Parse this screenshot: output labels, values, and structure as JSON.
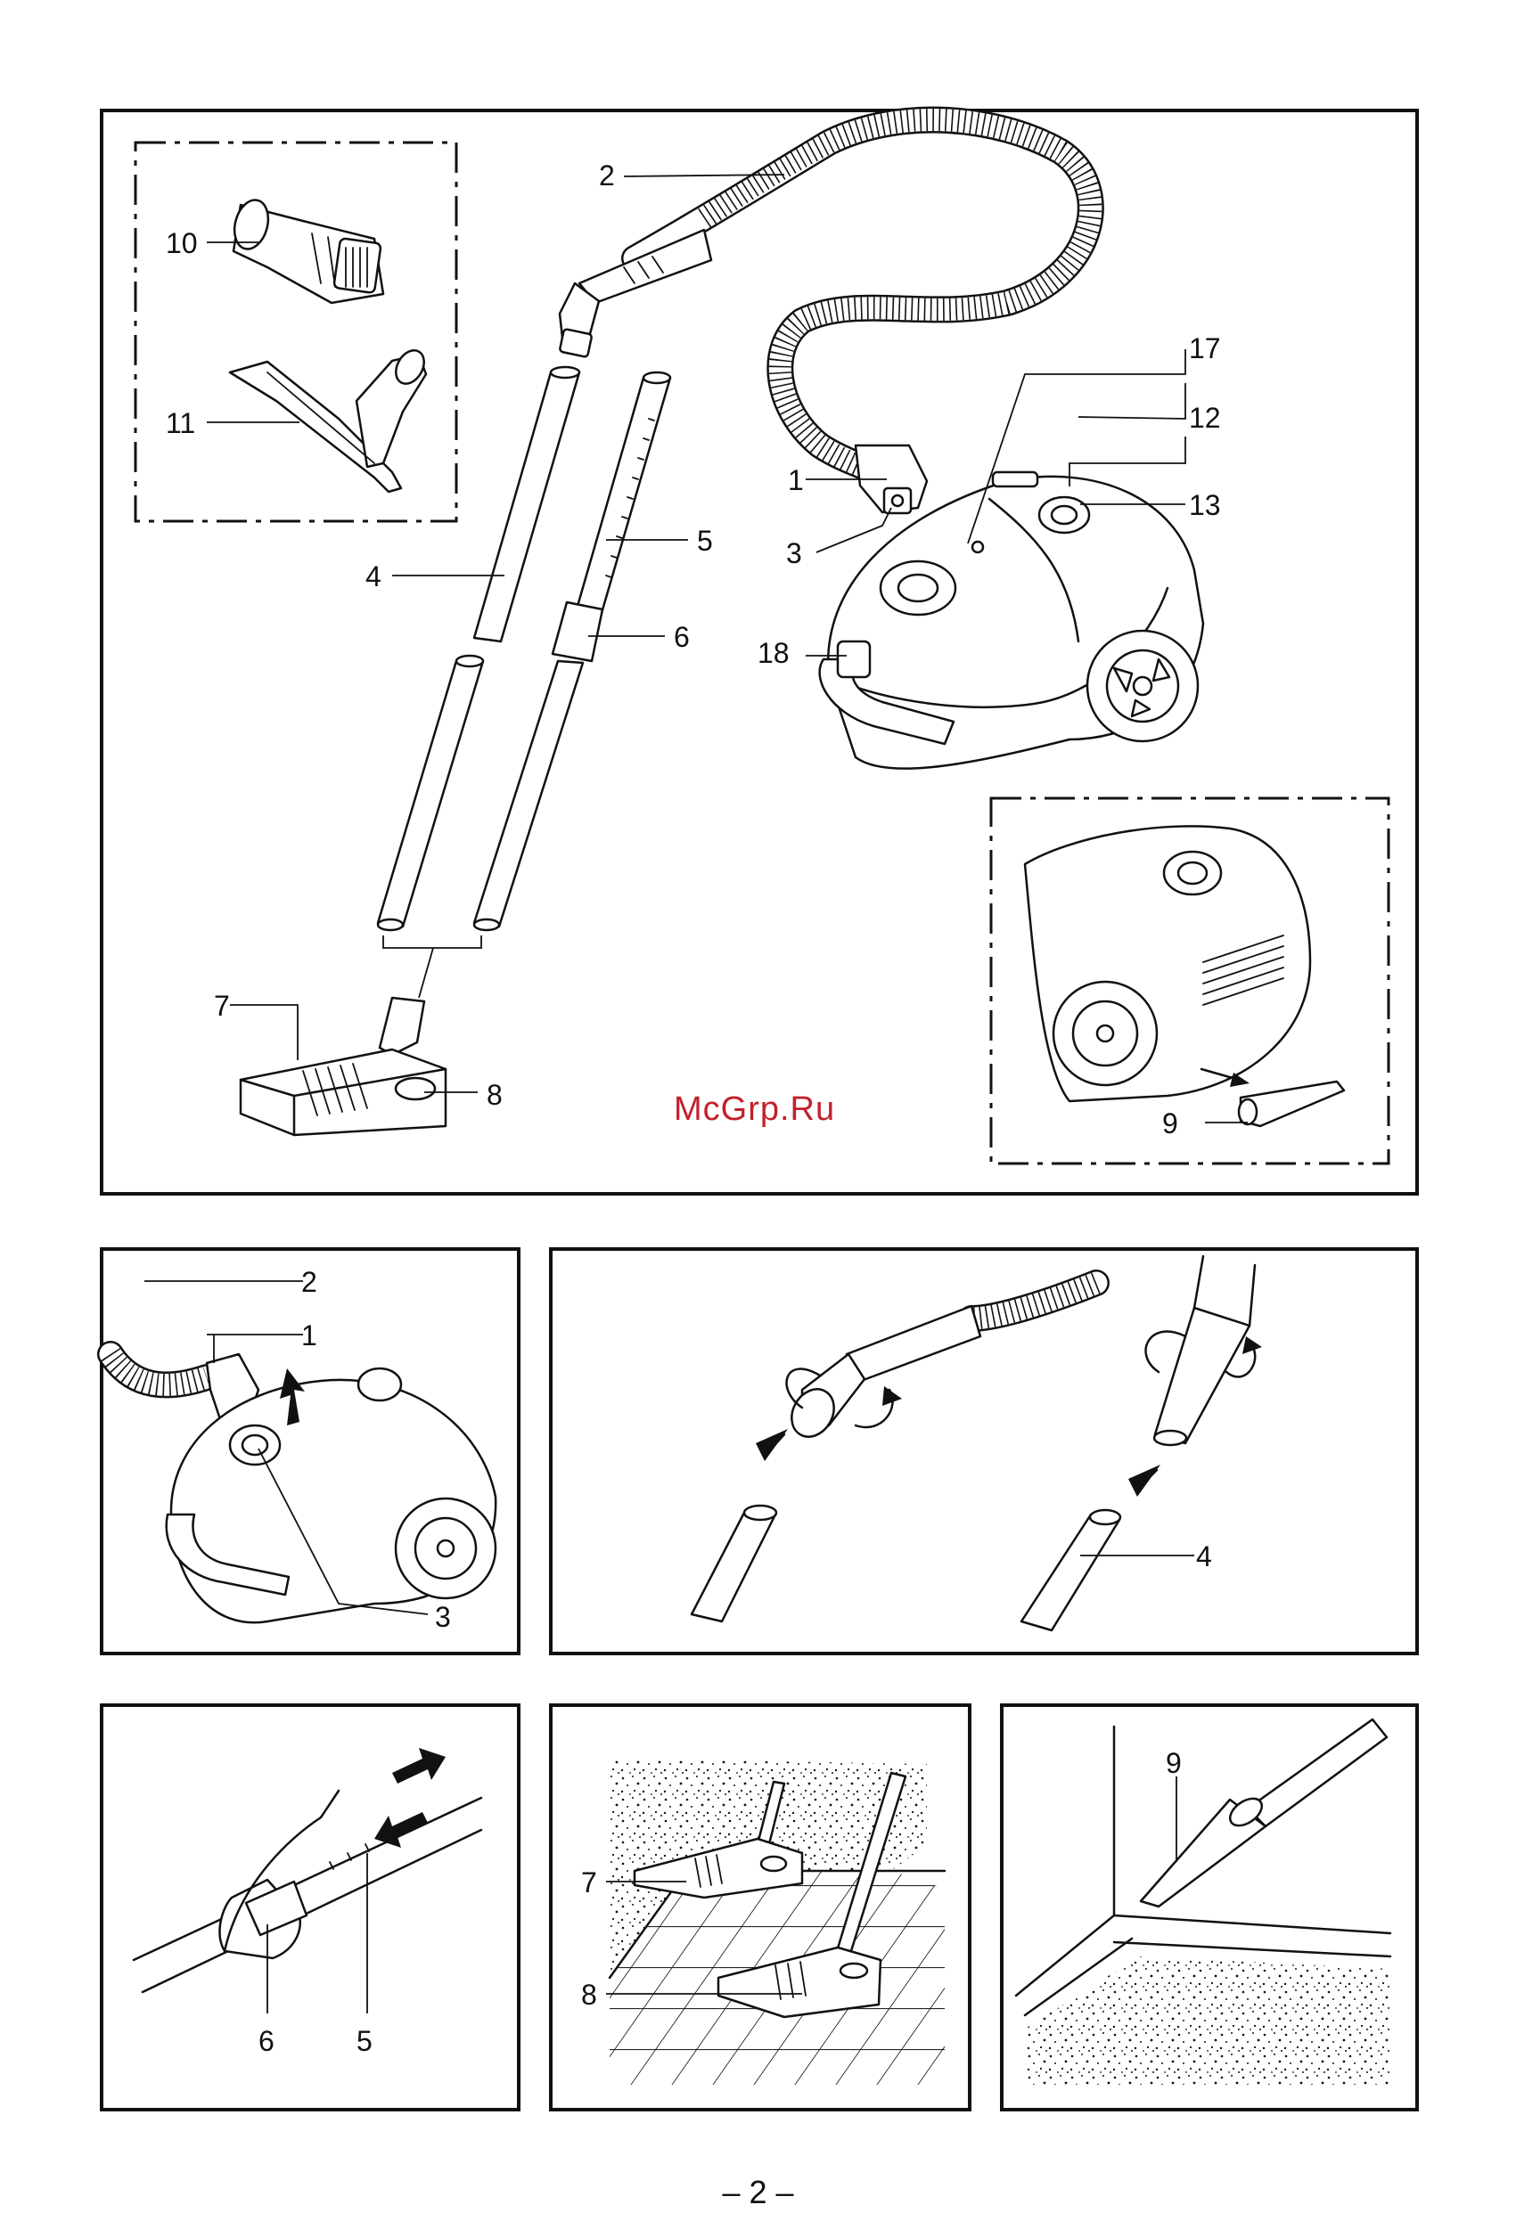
{
  "watermark": "McGrp.Ru",
  "page_number": "– 2 –",
  "overview": {
    "labels": {
      "hose": "2",
      "hose_handle": "1",
      "release_button": "3",
      "tube_plain": "4",
      "tube_telescopic": "5",
      "telescopic_slider": "6",
      "floor_nozzle": "7",
      "pedal_switch": "8",
      "crevice_tool": "9",
      "upholstery_brush": "10",
      "upholstery_nozzle": "11",
      "bag_indicator": "12",
      "cord_rewind": "13",
      "power_switch": "17",
      "carry_handle": "18"
    }
  },
  "step_connect_hose": {
    "labels": {
      "hose": "2",
      "handle": "1",
      "button": "3"
    }
  },
  "step_attach_tube": {
    "labels": {
      "tube": "4"
    }
  },
  "step_telescopic": {
    "labels": {
      "slider": "6",
      "tube": "5"
    }
  },
  "step_floor_nozzle": {
    "labels": {
      "nozzle": "7",
      "pedal": "8"
    }
  },
  "step_crevice": {
    "labels": {
      "crevice_tool": "9"
    }
  },
  "colors": {
    "line": "#111111",
    "watermark": "#c3202b",
    "background": "#ffffff"
  }
}
